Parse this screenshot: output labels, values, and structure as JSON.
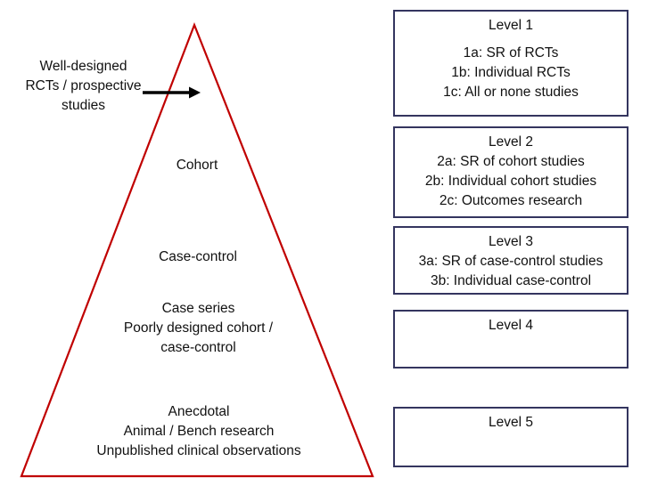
{
  "colors": {
    "pyramid_stroke": "#C00000",
    "box_border": "#34355F",
    "arrow": "#000000",
    "text": "#111111",
    "background": "#FFFFFF"
  },
  "pyramid": {
    "tiers": [
      {
        "id": "rct",
        "label": "Well-designed\nRCTs / prospective\nstudies",
        "has_arrow": true
      },
      {
        "id": "cohort",
        "label": "Cohort",
        "has_arrow": false
      },
      {
        "id": "case-control",
        "label": "Case-control",
        "has_arrow": false
      },
      {
        "id": "case-series",
        "label": "Case series\nPoorly designed cohort /\ncase-control",
        "has_arrow": false
      },
      {
        "id": "anecdotal",
        "label": "Anecdotal\nAnimal / Bench research\nUnpublished clinical observations",
        "has_arrow": false
      }
    ]
  },
  "levels": [
    {
      "title": "Level 1",
      "items": "1a: SR of RCTs\n1b: Individual RCTs\n1c: All or none studies"
    },
    {
      "title": "Level 2",
      "items": "2a: SR of cohort studies\n2b: Individual cohort studies\n2c: Outcomes research"
    },
    {
      "title": "Level 3",
      "items": "3a: SR of case-control studies\n3b: Individual case-control"
    },
    {
      "title": "Level 4",
      "items": ""
    },
    {
      "title": "Level 5",
      "items": ""
    }
  ]
}
